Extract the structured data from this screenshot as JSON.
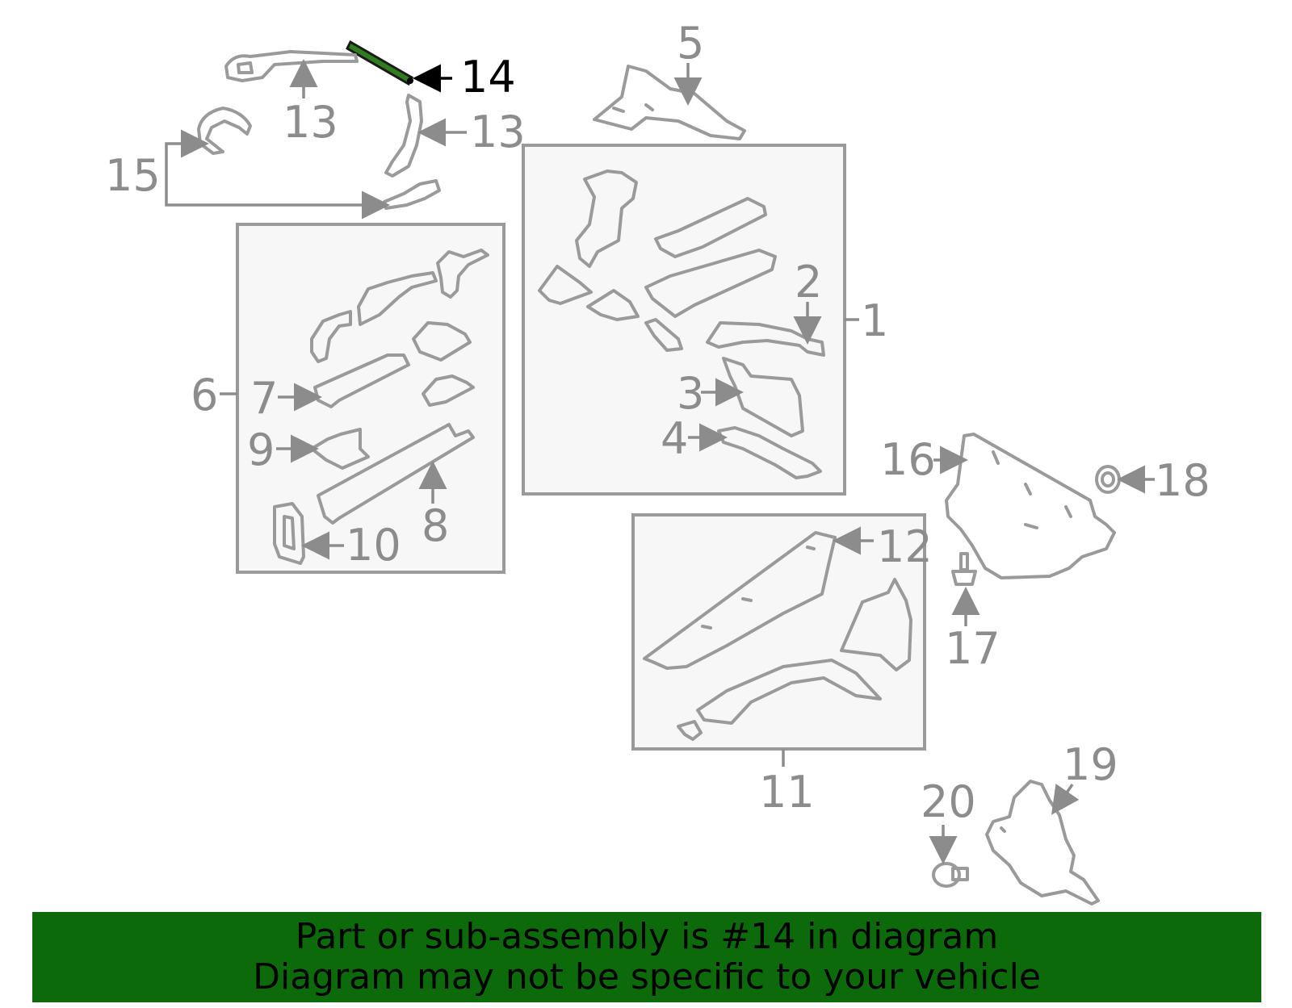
{
  "colors": {
    "line": "#9a9a9a",
    "label": "#8c8c8c",
    "highlight_fill": "#2f7d1f",
    "highlight_label": "#000000",
    "banner_bg": "#0d6a0b"
  },
  "callouts": {
    "c1": "1",
    "c2": "2",
    "c3": "3",
    "c4": "4",
    "c5": "5",
    "c6": "6",
    "c7": "7",
    "c8": "8",
    "c9": "9",
    "c10": "10",
    "c11": "11",
    "c12": "12",
    "c13a": "13",
    "c13b": "13",
    "c14": "14",
    "c15": "15",
    "c16": "16",
    "c17": "17",
    "c18": "18",
    "c19": "19",
    "c20": "20"
  },
  "highlighted_part": "14",
  "banner": {
    "line1": "Part or sub-assembly is #14 in diagram",
    "line2": "Diagram may not be specific to your vehicle"
  }
}
